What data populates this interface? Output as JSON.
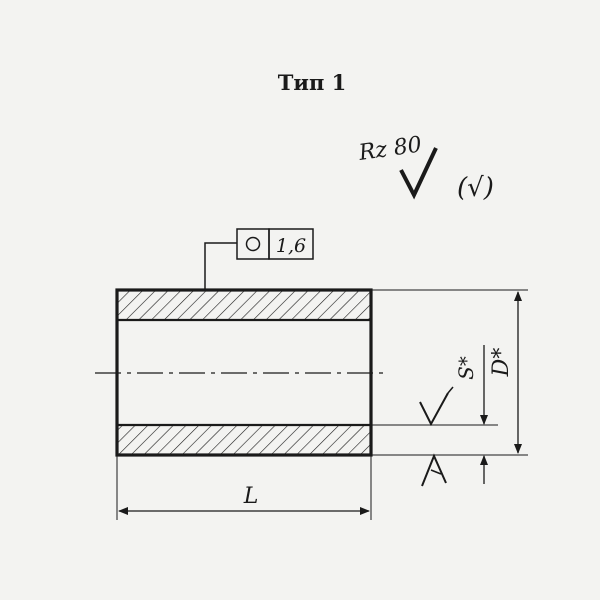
{
  "title": "Тип 1",
  "roughness": {
    "value": "Rz 80",
    "other_sign": "(√)"
  },
  "tolerance_frame": {
    "symbol": "circularity-symbol",
    "value": "1,6"
  },
  "dimensions": {
    "wall_thickness": "S*",
    "outer_diameter": "D*",
    "length": "L"
  },
  "colors": {
    "background": "#f3f3f1",
    "ink": "#1a1a1a"
  }
}
